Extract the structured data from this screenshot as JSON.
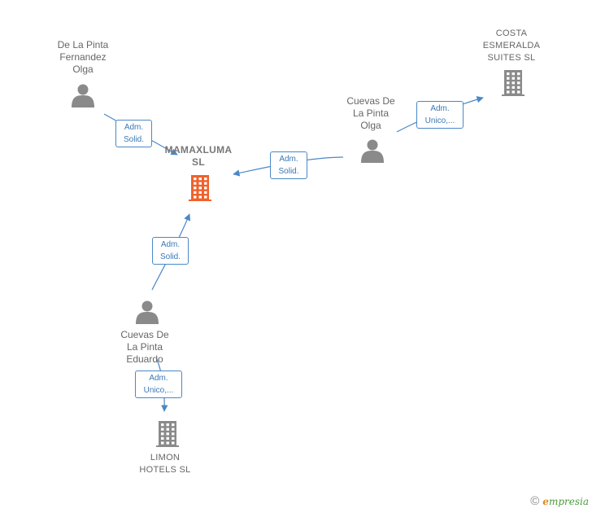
{
  "colors": {
    "edge": "#4a88c7",
    "person": "#8a8a8a",
    "company": "#8a8a8a",
    "main_company": "#f0612a"
  },
  "people": [
    {
      "id": "olga-fernandez",
      "name": "De La Pinta\nFernandez\nOlga",
      "icon": "person-icon"
    },
    {
      "id": "olga-cuevas",
      "name": "Cuevas De\nLa Pinta\nOlga",
      "icon": "person-icon"
    },
    {
      "id": "eduardo",
      "name": "Cuevas De\nLa Pinta\nEduardo",
      "icon": "person-icon"
    }
  ],
  "companies": [
    {
      "id": "mamaxluma",
      "name": "MAMAXLUMA\nSL",
      "icon": "building-icon",
      "main": true
    },
    {
      "id": "costa",
      "name": "COSTA\nESMERALDA\nSUITES  SL",
      "icon": "building-icon"
    },
    {
      "id": "limon",
      "name": "LIMON\nHOTELS  SL",
      "icon": "building-icon"
    }
  ],
  "relations": [
    {
      "from": "olga-fernandez",
      "to": "mamaxluma",
      "label": "Adm.\nSolid."
    },
    {
      "from": "olga-cuevas",
      "to": "mamaxluma",
      "label": "Adm.\nSolid."
    },
    {
      "from": "olga-cuevas",
      "to": "costa",
      "label": "Adm.\nUnico,..."
    },
    {
      "from": "eduardo",
      "to": "mamaxluma",
      "label": "Adm.\nSolid."
    },
    {
      "from": "eduardo",
      "to": "limon",
      "label": "Adm.\nUnico,..."
    }
  ],
  "footer": {
    "copyright": "©",
    "brand_initial": "e",
    "brand_rest": "mpresia"
  }
}
